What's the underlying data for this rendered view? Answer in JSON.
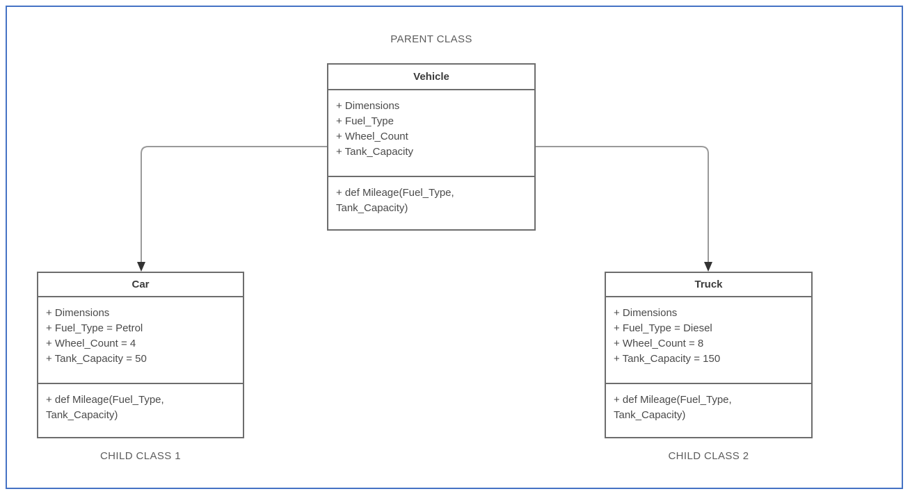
{
  "canvas": {
    "border_color": "#4472c4",
    "background": "#ffffff"
  },
  "theme": {
    "box_border_color": "#6d6d6d",
    "edge_color": "#9a9a9a",
    "arrow_color": "#333333",
    "text_color": "#4a4a4a",
    "caption_color": "#5c5c5c"
  },
  "captions": {
    "parent": "PARENT CLASS",
    "child1": "CHILD CLASS 1",
    "child2": "CHILD CLASS 2"
  },
  "classes": {
    "vehicle": {
      "name": "Vehicle",
      "attributes": [
        "+ Dimensions",
        "+ Fuel_Type",
        "+ Wheel_Count",
        "+ Tank_Capacity"
      ],
      "methods": "+ def Mileage(Fuel_Type,\nTank_Capacity)"
    },
    "car": {
      "name": "Car",
      "attributes": [
        "+ Dimensions",
        "+ Fuel_Type = Petrol",
        "+ Wheel_Count = 4",
        "+ Tank_Capacity = 50"
      ],
      "methods": "+ def Mileage(Fuel_Type,\nTank_Capacity)"
    },
    "truck": {
      "name": "Truck",
      "attributes": [
        "+ Dimensions",
        "+ Fuel_Type = Diesel",
        "+ Wheel_Count = 8",
        "+ Tank_Capacity = 150"
      ],
      "methods": "+ def Mileage(Fuel_Type,\nTank_Capacity)"
    }
  },
  "edges": [
    {
      "id": "vehicle-to-car",
      "from": "vehicle",
      "to": "car",
      "style": "orthogonal",
      "arrow": "filled-triangle"
    },
    {
      "id": "vehicle-to-truck",
      "from": "vehicle",
      "to": "truck",
      "style": "orthogonal",
      "arrow": "filled-triangle"
    }
  ]
}
